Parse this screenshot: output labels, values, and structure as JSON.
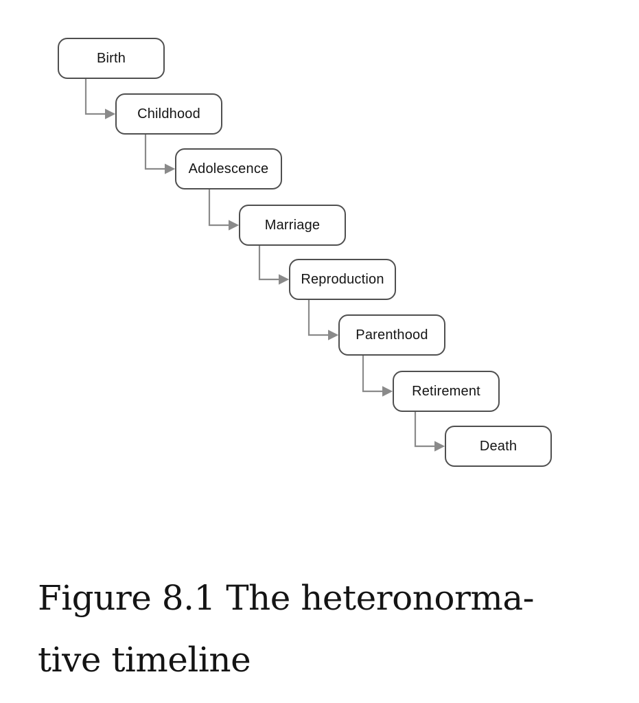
{
  "figure": {
    "nodes": [
      {
        "label": "Birth"
      },
      {
        "label": "Childhood"
      },
      {
        "label": "Adolescence"
      },
      {
        "label": "Marriage"
      },
      {
        "label": "Reproduction"
      },
      {
        "label": "Parenthood"
      },
      {
        "label": "Retirement"
      },
      {
        "label": "Death"
      }
    ],
    "caption_line1": "Figure 8.1 The heteronorma-",
    "caption_line2": "tive timeline",
    "colors": {
      "background": "#ffffff",
      "box_border": "#4f4f4f",
      "arrow": "#8a8a8a",
      "text": "#141414"
    }
  }
}
